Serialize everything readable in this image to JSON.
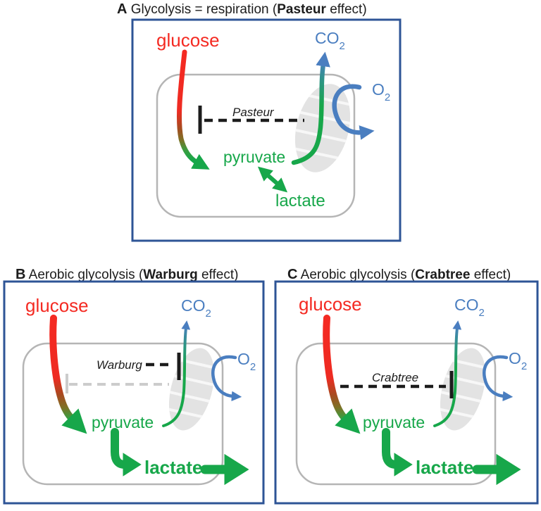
{
  "colors": {
    "red": "#f42a22",
    "green": "#17a74a",
    "blue": "#4a7ec0",
    "panel_border": "#2e5496",
    "cell": "#b5b5b5",
    "mito": "#e3e3e3",
    "mito_stripe": "#f7f7f7",
    "faded": "#cccccc",
    "ink": "#1c1c1c"
  },
  "panels": {
    "a": {
      "letter": "A",
      "title_pre": " Glycolysis = respiration (",
      "title_bold": "Pasteur",
      "title_post": " effect)",
      "inhibitor": "Pasteur",
      "glucose": "glucose",
      "co2": "CO",
      "co2_sub": "2",
      "o2": "O",
      "o2_sub": "2",
      "pyruvate": "pyruvate",
      "lactate": "lactate"
    },
    "b": {
      "letter": "B",
      "title_pre": " Aerobic glycolysis (",
      "title_bold": "Warburg",
      "title_post": " effect)",
      "inhibitor": "Warburg",
      "glucose": "glucose",
      "co2": "CO",
      "co2_sub": "2",
      "o2": "O",
      "o2_sub": "2",
      "pyruvate": "pyruvate",
      "lactate": "lactate"
    },
    "c": {
      "letter": "C",
      "title_pre": " Aerobic glycolysis (",
      "title_bold": "Crabtree",
      "title_post": " effect)",
      "inhibitor": "Crabtree",
      "glucose": "glucose",
      "co2": "CO",
      "co2_sub": "2",
      "o2": "O",
      "o2_sub": "2",
      "pyruvate": "pyruvate",
      "lactate": "lactate"
    }
  }
}
